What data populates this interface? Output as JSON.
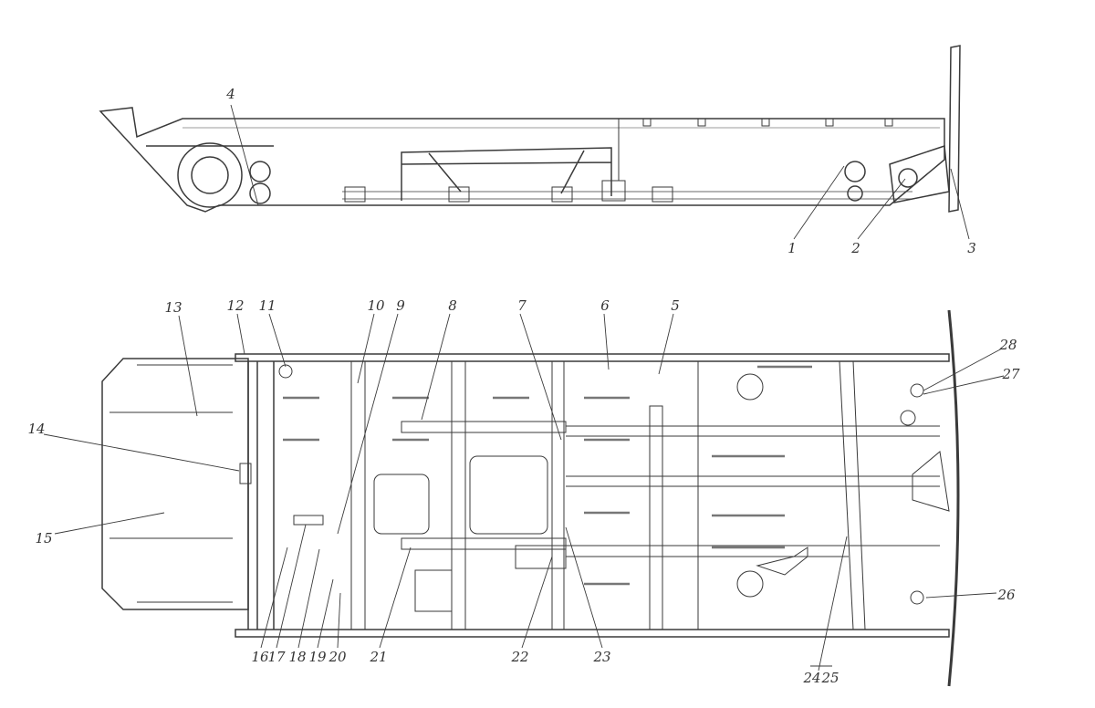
{
  "figure": {
    "side_view_labels": [
      "1",
      "2",
      "3",
      "4"
    ],
    "plan_view_labels": [
      "5",
      "6",
      "7",
      "8",
      "9",
      "10",
      "11",
      "12",
      "13",
      "14",
      "15",
      "16",
      "17",
      "18",
      "19",
      "20",
      "21",
      "22",
      "23",
      "24",
      "25",
      "26",
      "27",
      "28"
    ]
  },
  "colors": {
    "ink": "#3a3a3a",
    "paper": "#ffffff"
  }
}
